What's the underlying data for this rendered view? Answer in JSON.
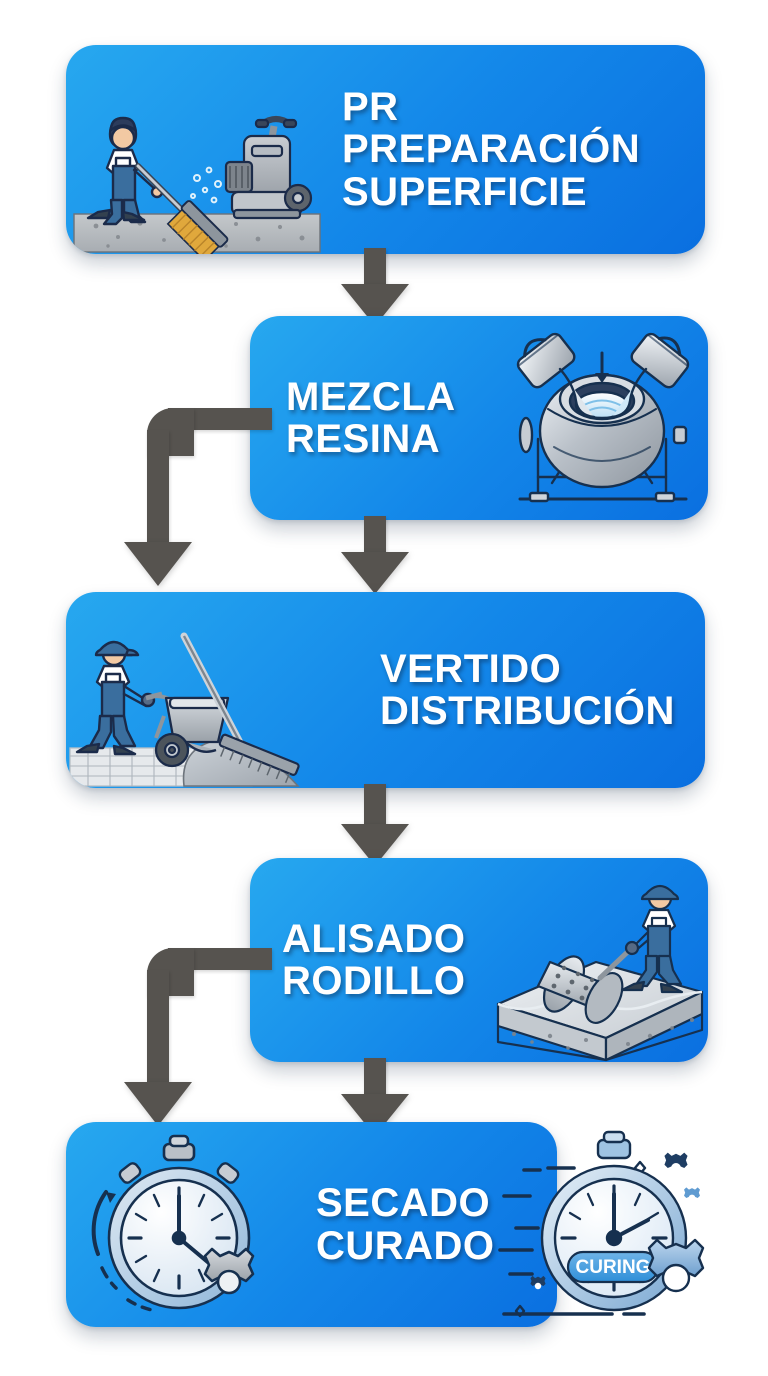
{
  "diagram": {
    "title": "Proceso de aplicacion de pavimento de resina",
    "type": "vertical-flowchart",
    "background_color": "#ffffff",
    "box_gradient_from": "#27a8ef",
    "box_gradient_to": "#0a6fe0",
    "arrow_color": "#56534f",
    "text_color": "#ffffff"
  },
  "steps": [
    {
      "id": "step-1",
      "lines": [
        "PR",
        "PREPARACIÓN",
        "SUPERFICIE"
      ],
      "icon": "worker-sweeping-floor-grinder-icon",
      "image_side": "left",
      "font_size": 40
    },
    {
      "id": "step-2",
      "lines": [
        "MEZCLA",
        "RESINA"
      ],
      "icon": "concrete-mixer-pouring-icon",
      "image_side": "right",
      "font_size": 40
    },
    {
      "id": "step-3",
      "lines": [
        "VERTIDO",
        "DISTRIBUCIÓN"
      ],
      "icon": "worker-wheelbarrow-screed-icon",
      "image_side": "left",
      "font_size": 40
    },
    {
      "id": "step-4",
      "lines": [
        "ALISADO",
        "RODILLO"
      ],
      "icon": "worker-spiked-roller-layers-icon",
      "image_side": "right",
      "font_size": 40
    },
    {
      "id": "step-5",
      "lines": [
        "SECADO",
        "CURADO"
      ],
      "icon": "stopwatch-gear-icon",
      "image_side": "left",
      "font_size": 40
    }
  ],
  "connectors": [
    {
      "id": "connector-1-2",
      "type": "straight-down-arrow",
      "from": "step-1",
      "to": "step-2"
    },
    {
      "id": "connector-2-3-branch",
      "type": "elbow-left-down-arrow",
      "from": "step-2",
      "to": "step-3"
    },
    {
      "id": "connector-2-3",
      "type": "straight-down-arrow",
      "from": "step-2",
      "to": "step-3"
    },
    {
      "id": "connector-3-4",
      "type": "straight-down-arrow",
      "from": "step-3",
      "to": "step-4"
    },
    {
      "id": "connector-4-5-branch",
      "type": "elbow-left-down-arrow",
      "from": "step-4",
      "to": "step-5"
    },
    {
      "id": "connector-4-5",
      "type": "straight-down-arrow",
      "from": "step-4",
      "to": "step-5"
    }
  ],
  "overflow_art": {
    "id": "curing-stopwatch",
    "icon": "stopwatch-curing-gear-icon",
    "badge_text": "CURING"
  }
}
